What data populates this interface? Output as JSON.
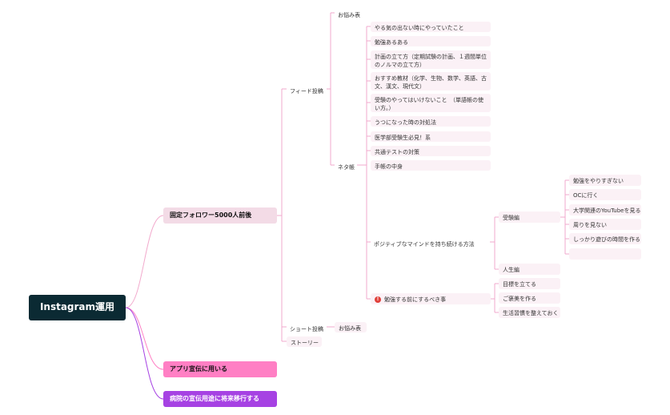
{
  "root": "Instagram運用",
  "main": [
    "固定フォロワー5000人前後",
    "アプリ宣伝に用いる",
    "病院の宣伝用途に将来移行する"
  ],
  "feed_post": "フィード投稿",
  "onayami_1": "お悩み表",
  "neta_cho": "ネタ帳",
  "neta_items": [
    "やる気の出ない時にやっていたこと",
    "勉強あるある",
    "計画の立て方（定期試験の計画、１週間単位のノルマの立て方）",
    "おすすめ教材（化学、生物、数学、英語、古文、漢文、現代文）",
    "受験のやってはいけないこと　（単語帳の使い方。）",
    "うつになった時の対処法",
    "医学部受験生必見！系",
    "共通テストの対策",
    "手帳の中身"
  ],
  "positive": "ポジティブなマインドを持ち続ける方法",
  "juken_hen": "受験編",
  "juken_items": [
    "勉強をやりすぎない",
    "OCに行く",
    "大学関連のYouTubeを見る",
    "周りを見ない",
    "しっかり遊びの時間を作る",
    ""
  ],
  "jinsei_hen": "人生編",
  "before_study": "勉強する前にするべき事",
  "before_items": [
    "目標を立てる",
    "ご褒美を作る",
    "生活習慣を整えておく"
  ],
  "short_post": "ショート投稿",
  "onayami_2": "お悩み表",
  "story": "ストーリー",
  "colors": {
    "root_bg": "#0b2a33",
    "main1_bg": "#f3dbe6",
    "main2_bg": "#ff7fc4",
    "main3_bg": "#a642e3",
    "leaf_bg": "#fbf1f6",
    "line_pink": "#f2a9cc",
    "line_purple": "#a642e3",
    "warn_icon": "#e0403a"
  },
  "icons": {
    "before_study": "warning-icon"
  }
}
